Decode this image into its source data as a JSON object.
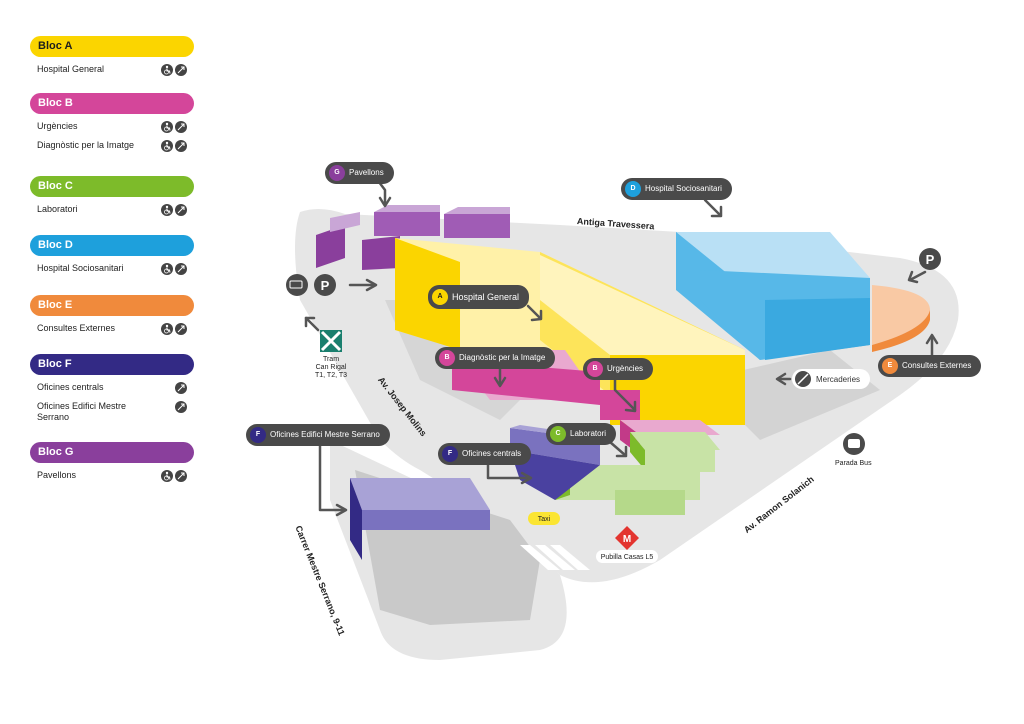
{
  "legend": [
    {
      "name": "Bloc A",
      "color": "#fbd500",
      "text": "#1e1e1e",
      "items": [
        {
          "label": "Hospital General",
          "icons": [
            "accessible-icon",
            "lift-icon"
          ]
        }
      ]
    },
    {
      "name": "Bloc B",
      "color": "#d4469a",
      "text": "#ffffff",
      "items": [
        {
          "label": "Urgències",
          "icons": [
            "accessible-icon",
            "lift-icon"
          ]
        },
        {
          "label": "Diagnòstic per la Imatge",
          "icons": [
            "accessible-icon",
            "lift-icon"
          ]
        }
      ]
    },
    {
      "name": "Bloc C",
      "color": "#7dbb2a",
      "text": "#ffffff",
      "items": [
        {
          "label": "Laboratori",
          "icons": [
            "accessible-icon",
            "lift-icon"
          ]
        }
      ]
    },
    {
      "name": "Bloc D",
      "color": "#1ea0dc",
      "text": "#ffffff",
      "items": [
        {
          "label": "Hospital Sociosanitari",
          "icons": [
            "accessible-icon",
            "lift-icon"
          ]
        }
      ]
    },
    {
      "name": "Bloc E",
      "color": "#f08a3c",
      "text": "#ffffff",
      "items": [
        {
          "label": "Consultes Externes",
          "icons": [
            "accessible-icon",
            "lift-icon"
          ]
        }
      ]
    },
    {
      "name": "Bloc F",
      "color": "#332a85",
      "text": "#ffffff",
      "items": [
        {
          "label": "Oficines centrals",
          "icons": [
            "lift-icon"
          ]
        },
        {
          "label": "Oficines Edifici Mestre Serrano",
          "icons": [
            "lift-icon"
          ]
        }
      ]
    },
    {
      "name": "Bloc G",
      "color": "#8a3f9c",
      "text": "#ffffff",
      "items": [
        {
          "label": "Pavellons",
          "icons": [
            "accessible-icon",
            "lift-icon"
          ]
        }
      ]
    }
  ],
  "callouts": {
    "G": {
      "letter": "G",
      "label": "Pavellons",
      "color": "#8a3f9c"
    },
    "D": {
      "letter": "D",
      "label": "Hospital Sociosanitari",
      "color": "#1ea0dc"
    },
    "A": {
      "letter": "A",
      "label": "Hospital General",
      "color": "#fbd500"
    },
    "B1": {
      "letter": "B",
      "label": "Diagnòstic per la Imatge",
      "color": "#d4469a"
    },
    "B2": {
      "letter": "B",
      "label": "Urgències",
      "color": "#d4469a"
    },
    "C": {
      "letter": "C",
      "label": "Laboratori",
      "color": "#7dbb2a"
    },
    "F1": {
      "letter": "F",
      "label": "Oficines Edifici Mestre Serrano",
      "color": "#332a85"
    },
    "F2": {
      "letter": "F",
      "label": "Oficines centrals",
      "color": "#332a85"
    },
    "E": {
      "letter": "E",
      "label": "Consultes Externes",
      "color": "#f08a3c"
    }
  },
  "streets": {
    "antiga": "Antiga Travessera",
    "josep": "Av. Josep Molins",
    "ramon": "Av. Ramon Solanich",
    "mestre": "Carrer Mestre Serrano, 9-11"
  },
  "labels": {
    "tram": "Tram\nCan Rigal\nT1, T2, T3",
    "mercaderies": "Mercaderies",
    "parada_bus": "Parada Bus",
    "taxi": "Taxi",
    "metro": "Pubilla Casas L5",
    "parking": "P",
    "metro_letter": "M"
  }
}
